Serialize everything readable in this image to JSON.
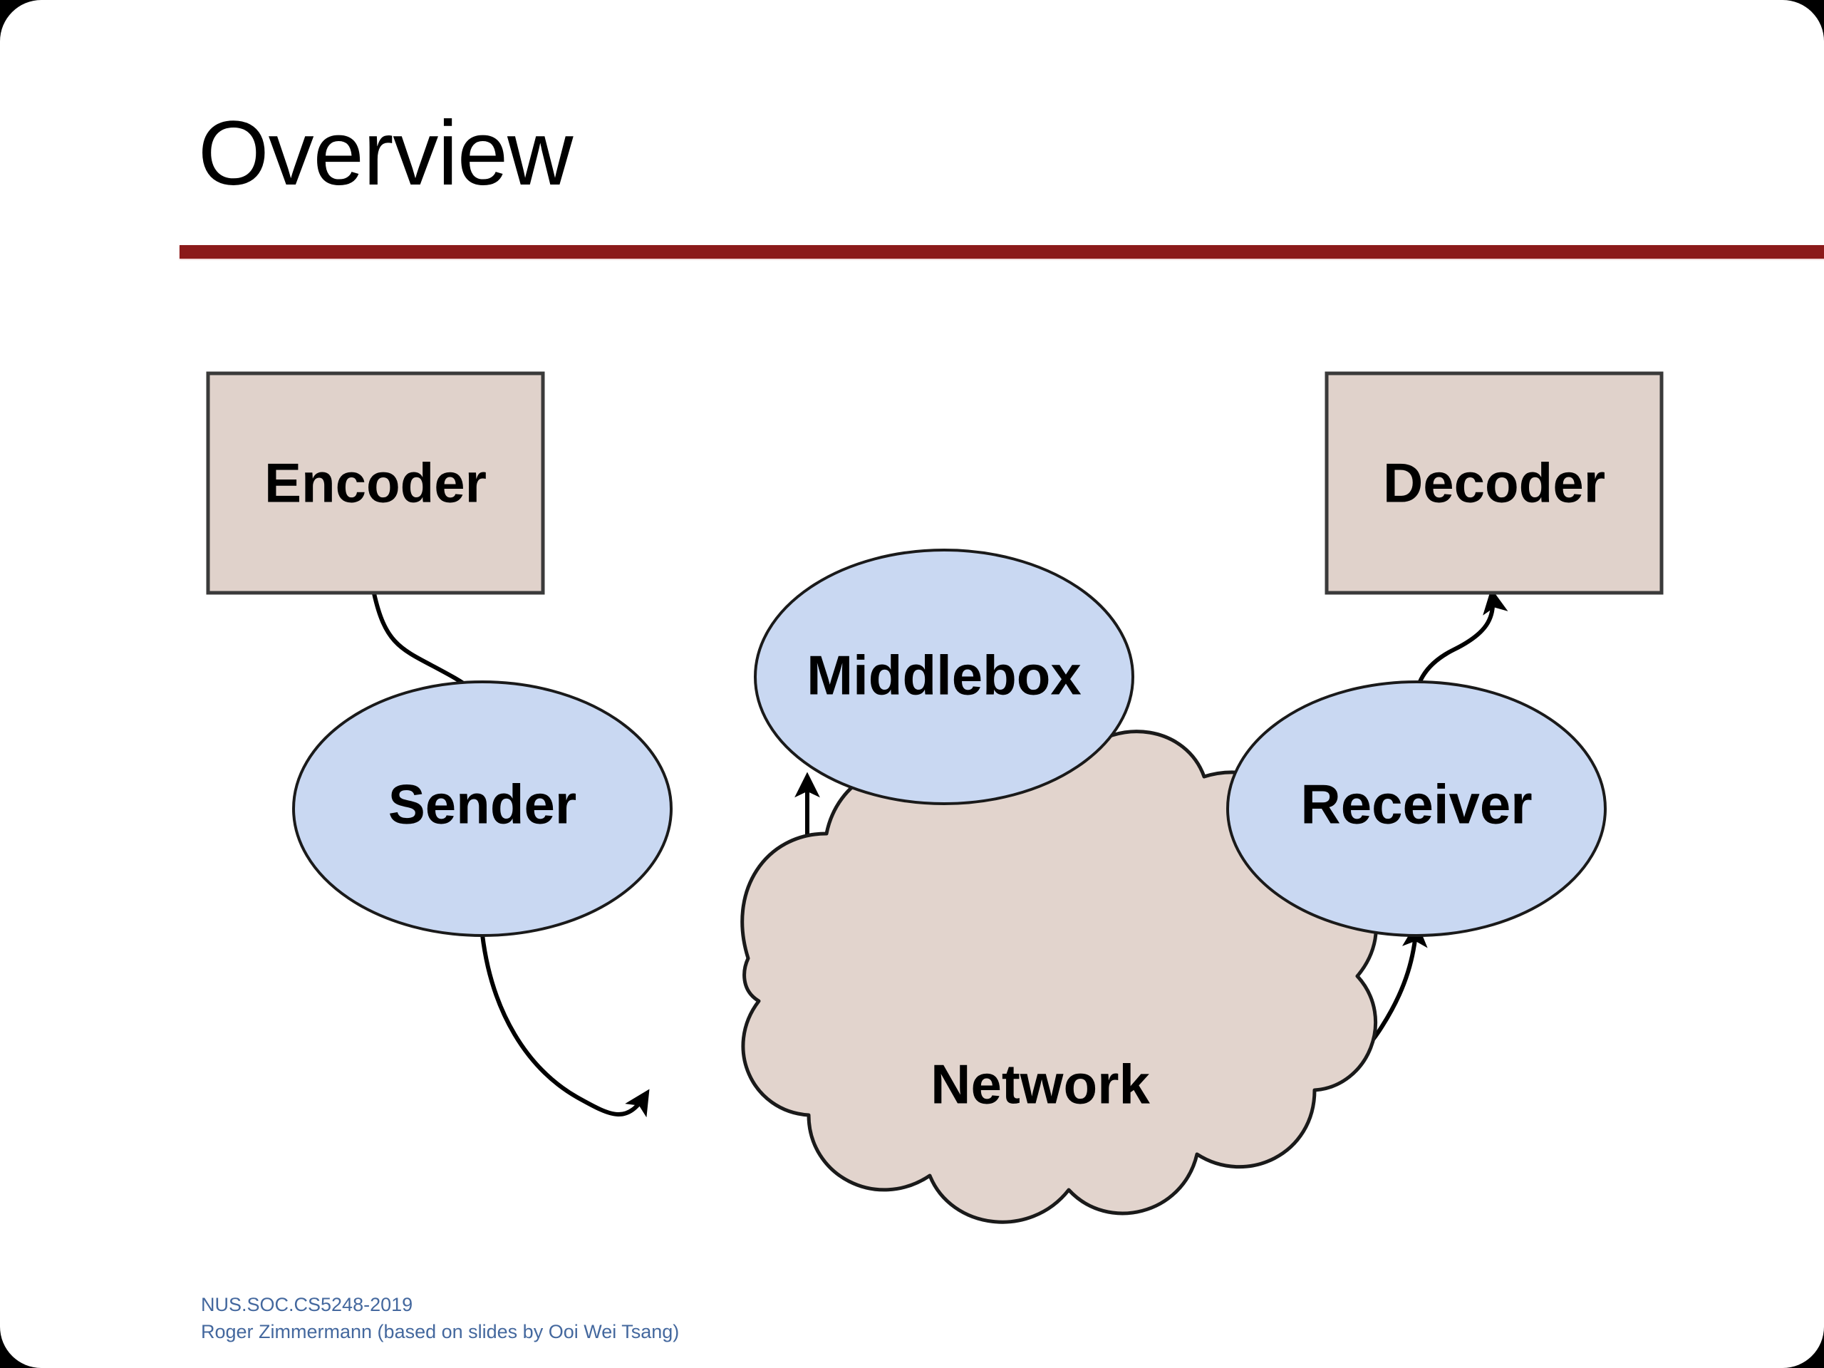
{
  "slide": {
    "title": "Overview",
    "accent_rule_color": "#8b1a1a",
    "background_color": "#ffffff"
  },
  "footer": {
    "line1": "NUS.SOC.CS5248-2019",
    "line2": "Roger Zimmermann (based on slides by Ooi Wei Tsang)",
    "color": "#44689e"
  },
  "diagram": {
    "palette": {
      "box_fill": "#e0d2cb",
      "box_stroke": "#3a3a3a",
      "ellipse_fill": "#c9d8f2",
      "ellipse_stroke": "#1a1a1a",
      "cloud_fill": "#e2d4cd",
      "cloud_stroke": "#1a1a1a",
      "edge_stroke": "#000000"
    },
    "nodes": [
      {
        "id": "encoder",
        "label": "Encoder",
        "shape": "rectangle"
      },
      {
        "id": "sender",
        "label": "Sender",
        "shape": "ellipse"
      },
      {
        "id": "middlebox",
        "label": "Middlebox",
        "shape": "ellipse"
      },
      {
        "id": "network",
        "label": "Network",
        "shape": "cloud"
      },
      {
        "id": "receiver",
        "label": "Receiver",
        "shape": "ellipse"
      },
      {
        "id": "decoder",
        "label": "Decoder",
        "shape": "rectangle"
      }
    ],
    "edges": [
      {
        "from": "encoder",
        "to": "sender",
        "style": "curved",
        "arrow": "end"
      },
      {
        "from": "sender",
        "to": "network",
        "style": "curved",
        "arrow": "end"
      },
      {
        "from": "network",
        "to": "middlebox",
        "style": "straight",
        "arrow": "end"
      },
      {
        "from": "middlebox",
        "to": "network",
        "style": "straight",
        "arrow": "end"
      },
      {
        "from": "network",
        "to": "receiver",
        "style": "curved",
        "arrow": "end"
      },
      {
        "from": "receiver",
        "to": "decoder",
        "style": "curved",
        "arrow": "end"
      }
    ]
  }
}
